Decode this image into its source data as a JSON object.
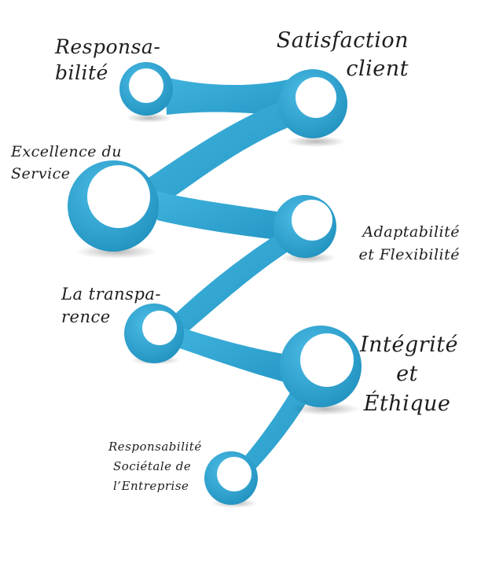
{
  "nodes": [
    {
      "id": "responsabilite",
      "lines": [
        "Responsa-",
        "bilité"
      ]
    },
    {
      "id": "satisfaction",
      "lines": [
        "Satisfaction",
        "client"
      ]
    },
    {
      "id": "excellence",
      "lines": [
        "Excellence du",
        "Service"
      ]
    },
    {
      "id": "adaptabilite",
      "lines": [
        "Adaptabilité",
        "et Flexibilité"
      ]
    },
    {
      "id": "transparence",
      "lines": [
        "La transpa-",
        "rence"
      ]
    },
    {
      "id": "integrite",
      "lines": [
        "Intégrité",
        "et",
        "Éthique"
      ]
    },
    {
      "id": "rse",
      "lines": [
        "Responsabilité",
        "Sociétale de",
        "l’Entreprise"
      ]
    }
  ],
  "colors": {
    "node": "#2ea6d4",
    "node_dark": "#1b86b3",
    "inner": "#ffffff",
    "text": "#1e1e1e"
  }
}
